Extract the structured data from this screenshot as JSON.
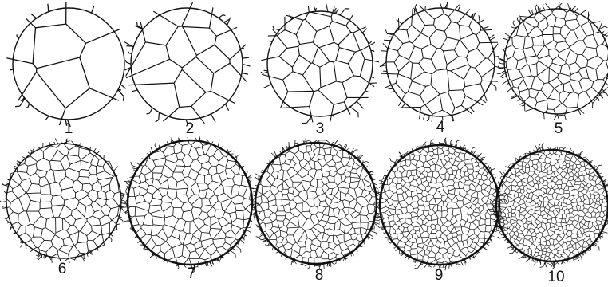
{
  "figure": {
    "panels": [
      {
        "label": "1",
        "relative_cell_density": 1
      },
      {
        "label": "2",
        "relative_cell_density": 2
      },
      {
        "label": "3",
        "relative_cell_density": 3
      },
      {
        "label": "4",
        "relative_cell_density": 4
      },
      {
        "label": "5",
        "relative_cell_density": 5
      },
      {
        "label": "6",
        "relative_cell_density": 6
      },
      {
        "label": "7",
        "relative_cell_density": 7
      },
      {
        "label": "8",
        "relative_cell_density": 8
      },
      {
        "label": "9",
        "relative_cell_density": 9
      },
      {
        "label": "10",
        "relative_cell_density": 10
      }
    ],
    "colors": {
      "ink": "#111111",
      "background": "#ffffff"
    }
  }
}
